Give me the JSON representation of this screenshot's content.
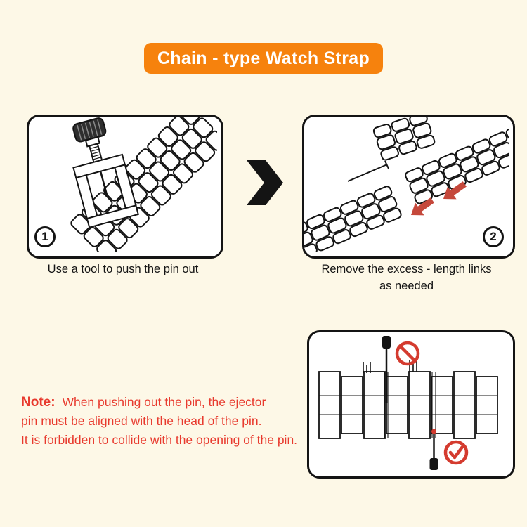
{
  "title": {
    "text": "Chain - type Watch Strap"
  },
  "steps": [
    {
      "number": "1",
      "caption": "Use a tool to push the pin out"
    },
    {
      "number": "2",
      "caption": "Remove the excess - length links\nas needed"
    }
  ],
  "note": {
    "label": "Note:",
    "line1": "When pushing out the pin, the ejector",
    "line2": "pin must be aligned with the head of the pin.",
    "line3": "It is forbidden to collide with the opening of the pin."
  },
  "icons": {
    "between_panels": "chevron-right-icon",
    "wrong_mark": "prohibition-icon",
    "right_mark": "check-icon",
    "gap_pointers": "red-arrow-icon"
  },
  "colors": {
    "background": "#FDF8E7",
    "banner_orange": "#F6820D",
    "note_red": "#E83A2E",
    "arrow_red": "#C5483B",
    "ink": "#141414"
  }
}
